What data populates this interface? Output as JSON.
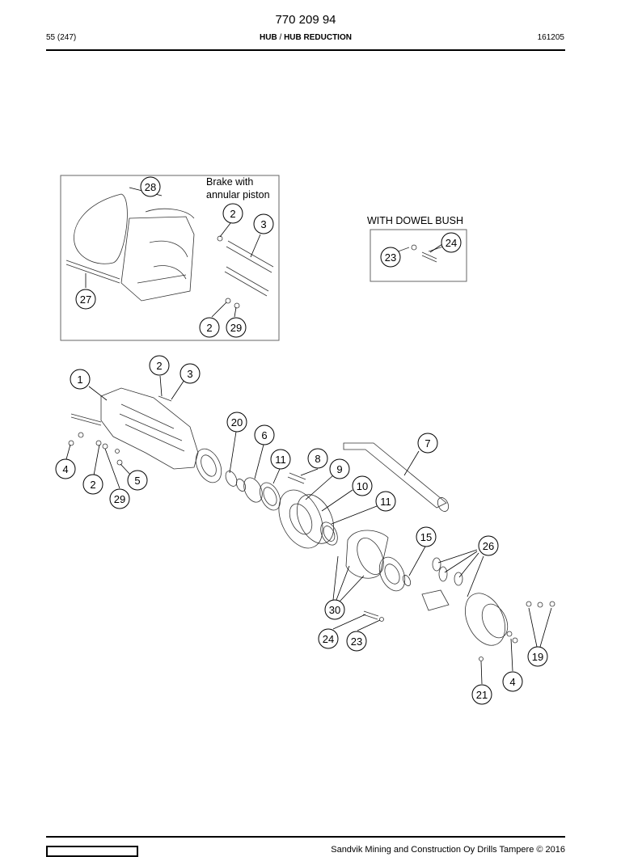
{
  "header": {
    "doc_number": "770 209 94",
    "page_ref": "55 (247)",
    "section_main": "HUB",
    "section_sep": " / ",
    "section_sub": "HUB REDUCTION",
    "date_code": "161205"
  },
  "notes": {
    "brake_line1": "Brake with",
    "brake_line2": "annular piston",
    "dowel_bush": "WITH DOWEL BUSH"
  },
  "callouts": [
    "28",
    "2",
    "3",
    "27",
    "2",
    "29",
    "24",
    "23",
    "1",
    "2",
    "3",
    "20",
    "6",
    "4",
    "2",
    "29",
    "5",
    "11",
    "8",
    "9",
    "7",
    "10",
    "11",
    "15",
    "26",
    "30",
    "24",
    "23",
    "19",
    "4",
    "21"
  ],
  "footer": {
    "copyright": "Sandvik Mining and Construction Oy Drills Tampere © 2016"
  }
}
